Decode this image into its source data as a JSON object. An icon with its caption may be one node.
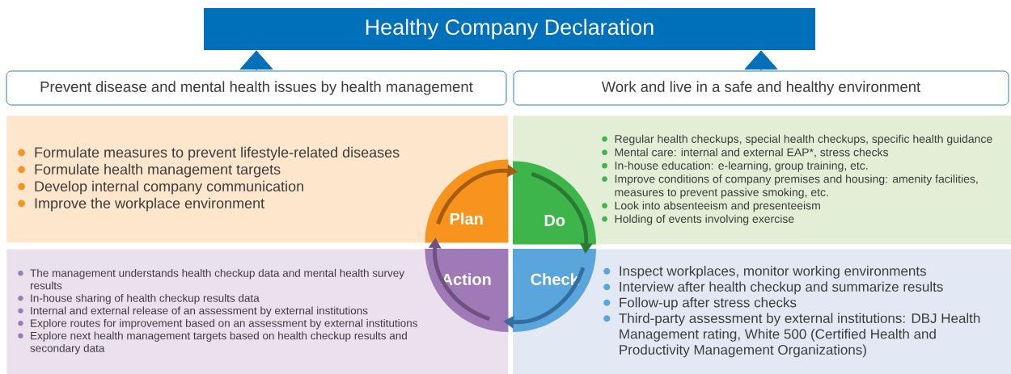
{
  "diagram": {
    "nodes": [
      {
        "text": [
          "Healthy Company Declaration"
        ]
      },
      {
        "text": [
          "Prevent disease and mental health issues by health management"
        ]
      },
      {
        "text": [
          "Work and live in a safe and healthy environment"
        ]
      },
      {
        "text": [
          "Formulate measures to prevent lifestyle-related diseases",
          "Formulate health management targets",
          "Develop internal company communication",
          "Improve the workplace environment"
        ]
      },
      {
        "text": [
          "Plan"
        ],
        "in": 3
      },
      {
        "text": [
          "Regular health checkups, special health checkups, specific health guidance",
          "Mental care: internal and external EAP*, stress checks",
          "In-house education: e-learning, group training, etc.",
          "Improve conditions of company premises and housing: amenity facilities, measures to prevent passive smoking, etc.",
          "Look into absenteeism and presenteeism",
          "Holding of events involving exercise"
        ]
      },
      {
        "text": [
          "Do"
        ],
        "in": 5
      },
      {
        "text": [
          "The management understands health checkup data and mental health survey results",
          "In-house sharing of health checkup results data",
          "Internal and external release of an assessment by external institutions",
          "Explore routes for improvement based on an assessment by external institutions",
          "Explore next health management targets based on health checkup results and secondary data"
        ]
      },
      {
        "text": [
          "Action"
        ],
        "in": 7
      },
      {
        "text": [
          "Inspect workplaces, monitor working environments",
          "Interview after health checkup and summarize results",
          "Follow-up after stress checks",
          "Third-party assessment by external institutions: DBJ Health Management rating, White 500 (Certified Health and Productivity Management Organizations)"
        ]
      },
      {
        "text": [
          "Check"
        ],
        "in": 9
      }
    ],
    "edges": [
      {
        "from": 1,
        "to": 0,
        "arrow": "to",
        "color": "#0070bb"
      },
      {
        "from": 2,
        "to": 0,
        "arrow": "to",
        "color": "#0070bb"
      },
      {
        "from": 4,
        "to": 6,
        "arrow": "to",
        "color": "#a85c12"
      },
      {
        "from": 6,
        "to": 10,
        "arrow": "to",
        "color": "#2a7a32"
      },
      {
        "from": 10,
        "to": 8,
        "arrow": "to",
        "color": "#336e9e"
      },
      {
        "from": 8,
        "to": 4,
        "arrow": "to",
        "color": "#6f5280"
      }
    ]
  }
}
